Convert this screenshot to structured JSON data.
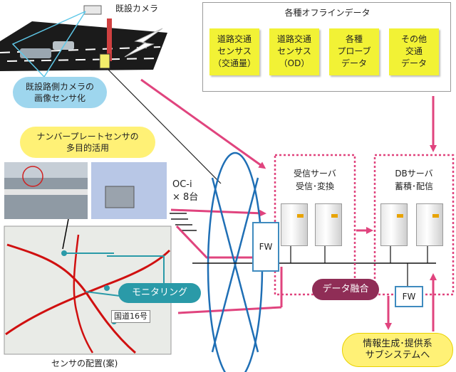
{
  "camera": {
    "title": "既設カメラ",
    "bubble": [
      "既設路側カメラの",
      "画像センサ化"
    ]
  },
  "offline": {
    "title": "各種オフラインデータ",
    "notes": [
      [
        "道路交通",
        "センサス",
        "（交通量）"
      ],
      [
        "道路交通",
        "センサス",
        "（OD）"
      ],
      [
        "各種",
        "プローブ",
        "データ"
      ],
      [
        "その他",
        "交通",
        "データ"
      ]
    ]
  },
  "plate": {
    "bubble": [
      "ナンバープレートセンサの",
      "多目的活用"
    ]
  },
  "oc": {
    "line1": "OC-i",
    "line2": "× 8台"
  },
  "receiver": {
    "line1": "受信サーバ",
    "line2": "受信･変換"
  },
  "db": {
    "line1": "DBサーバ",
    "line2": "蓄積･配信"
  },
  "fw_label": "FW",
  "fusion": "データ融合",
  "monitoring": "モニタリング",
  "info": {
    "line1": "情報生成･提供系",
    "line2": "サブシステムへ"
  },
  "map": {
    "caption": "センサの配置(案)",
    "route": "国道16号"
  },
  "colors": {
    "pink": "#e0447e",
    "blue": "#1f6fb5",
    "teal": "#2a9aa8",
    "maroon": "#8f2d56",
    "yellow_note": "#f2f235",
    "bubble_yellow": "#fff176",
    "bubble_blue": "#9ed6ee"
  }
}
